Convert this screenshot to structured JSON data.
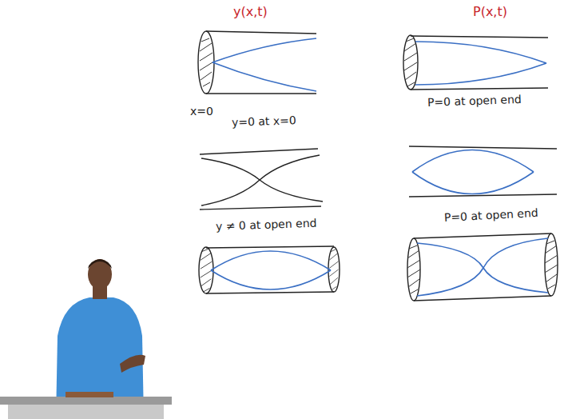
{
  "diagram": {
    "labels": [
      "y(x,t)",
      "P(x,t)",
      "x=0",
      "y=0 at x=0",
      "P=0 at open end",
      "y ≠ 0 at open end",
      "P=0 at open end"
    ]
  }
}
